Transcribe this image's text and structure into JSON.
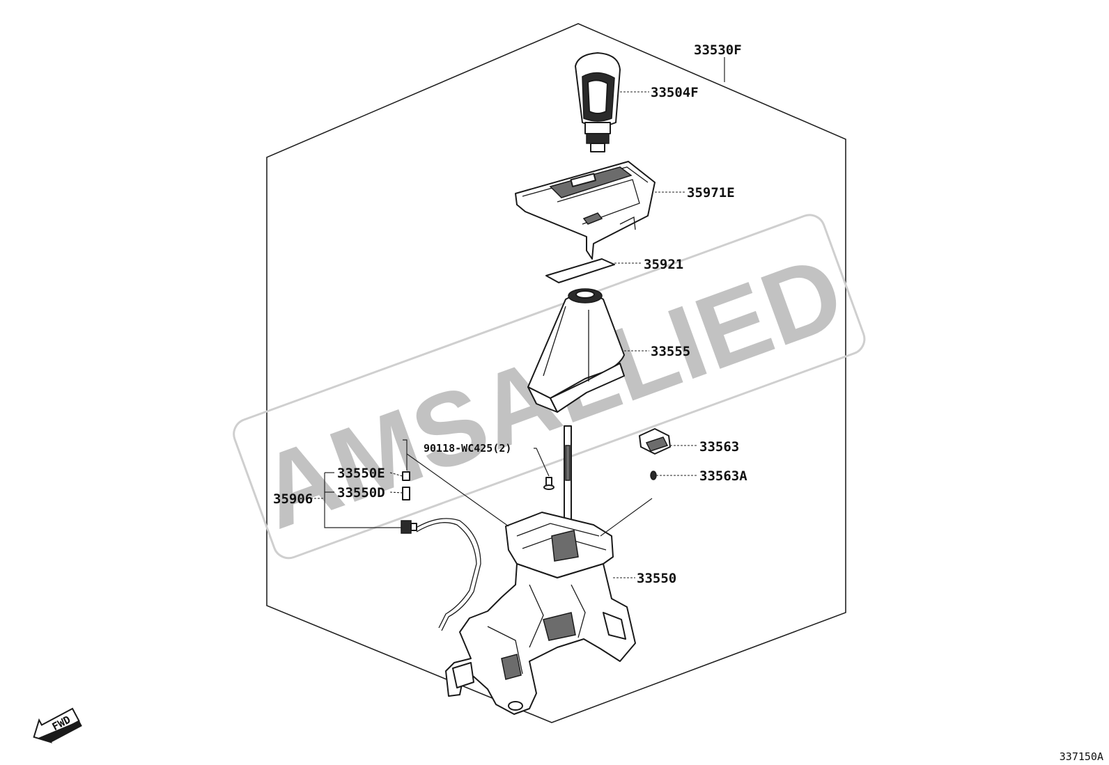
{
  "diagram": {
    "part_labels": {
      "p33530F": "33530F",
      "p33504F": "33504F",
      "p35971E": "35971E",
      "p35921": "35921",
      "p33555": "33555",
      "p90118": "90118-WC425(2)",
      "p33563": "33563",
      "p33563A": "33563A",
      "p33550E": "33550E",
      "p33550D": "33550D",
      "p35906": "35906",
      "p33550": "33550"
    },
    "watermark": "AMSALLIED",
    "fwd_arrow": "FWD",
    "figure_code": "337150A"
  },
  "icons": {
    "fwd": "direction-arrow-icon"
  },
  "colors": {
    "line": "#1a1a1a",
    "watermark": "#8f8f8f",
    "background": "#ffffff"
  }
}
